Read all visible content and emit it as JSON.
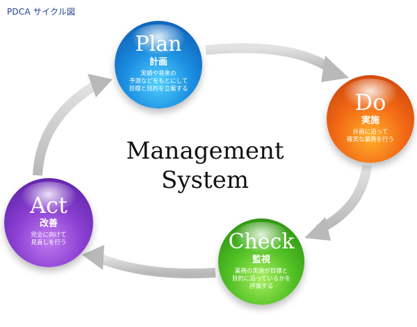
{
  "header": {
    "title": "PDCA サイクル図"
  },
  "center": {
    "line1": "Management",
    "line2": "System"
  },
  "stages": {
    "plan": {
      "name": "Plan",
      "ja": "計画",
      "desc": [
        "実績や将来の",
        "予測などをもとにして",
        "目標と目的を立案する"
      ],
      "color": "#1b8de0"
    },
    "do": {
      "name": "Do",
      "ja": "実施",
      "desc": [
        "計画に沿って",
        "確実な業務を行う"
      ],
      "color": "#f36a16"
    },
    "check": {
      "name": "Check",
      "ja": "監視",
      "desc": [
        "業務の実施が目標と",
        "目的に沿っているかを",
        "評価する"
      ],
      "color": "#4fbf23"
    },
    "act": {
      "name": "Act",
      "ja": "改善",
      "desc": [
        "完全に向けて",
        "見直しを行う"
      ],
      "color": "#8a3fd2"
    }
  },
  "arrow_color": "#c8c8c8"
}
